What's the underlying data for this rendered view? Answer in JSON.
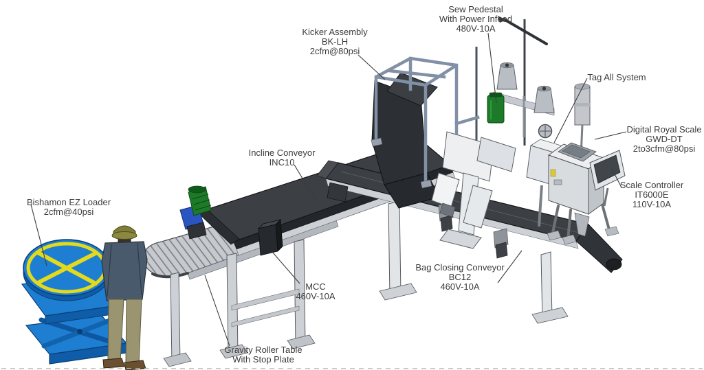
{
  "diagram": {
    "type": "isometric-equipment-layout",
    "description": "Bagging line equipment layout with callout labels",
    "background": "#ffffff",
    "label_text_color": "#3b3b3b",
    "labels": [
      {
        "id": "sew-pedestal",
        "lines": [
          "Sew Pedestal",
          "With Power Infeed",
          "480V-10A"
        ]
      },
      {
        "id": "kicker-assembly",
        "lines": [
          "Kicker Assembly",
          "BK-LH",
          "2cfm@80psi"
        ]
      },
      {
        "id": "tag-all-system",
        "lines": [
          "Tag All System"
        ]
      },
      {
        "id": "digital-royal-scale",
        "lines": [
          "Digital Royal Scale",
          "GWD-DT",
          "2to3cfm@80psi"
        ]
      },
      {
        "id": "scale-controller",
        "lines": [
          "Scale Controller",
          "IT6000E",
          "110V-10A"
        ]
      },
      {
        "id": "incline-conveyor",
        "lines": [
          "Incline Conveyor",
          "INC10"
        ]
      },
      {
        "id": "bishamon-ez-loader",
        "lines": [
          "Bishamon EZ Loader",
          "2cfm@40psi"
        ]
      },
      {
        "id": "mcc",
        "lines": [
          "MCC",
          "460V-10A"
        ]
      },
      {
        "id": "bag-closing-conveyor",
        "lines": [
          "Bag Closing Conveyor",
          "BC12",
          "460V-10A"
        ]
      },
      {
        "id": "gravity-roller-table",
        "lines": [
          "Gravity Roller Table",
          "With Stop Plate"
        ]
      }
    ],
    "colors": {
      "lift_blue": "#1e7ed2",
      "lift_blue_dark": "#0f5ca8",
      "turntable_yellow": "#e3da1c",
      "belt_dark": "#3c3f43",
      "frame_light": "#cdd1d6",
      "steel_frame": "#8290a6",
      "motor_green": "#1d7a28",
      "gearbox_blue": "#2a55c0",
      "hard_hat_olive": "#7f7d36",
      "shirt_blue": "#4a5a6d",
      "pants_khaki": "#9a9471",
      "shoe_brown": "#6a5030",
      "mcc_black": "#26292d",
      "chute_dark": "#2c2f33"
    }
  }
}
